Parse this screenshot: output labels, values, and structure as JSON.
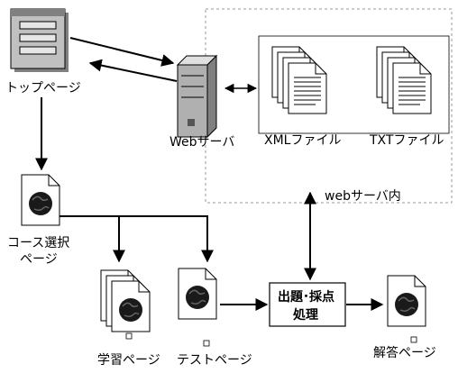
{
  "labels": {
    "top_page": "トップページ",
    "web_server": "Webサーバ",
    "xml_file": "XMLファイル",
    "txt_file": "TXTファイル",
    "web_server_inside": "webサーバ内",
    "course_select_line1": "コース選択",
    "course_select_line2": "ページ",
    "study_page": "学習ページ",
    "test_page": "テストページ",
    "process_line1": "出題･採点",
    "process_line2": "処理",
    "answer_page": "解答ページ"
  },
  "colors": {
    "window_fill": "#c0c0c0",
    "window_title": "#808080",
    "line": "#000000",
    "dashed_border": "#9a9a9a",
    "globe": "#1a1a1a"
  }
}
